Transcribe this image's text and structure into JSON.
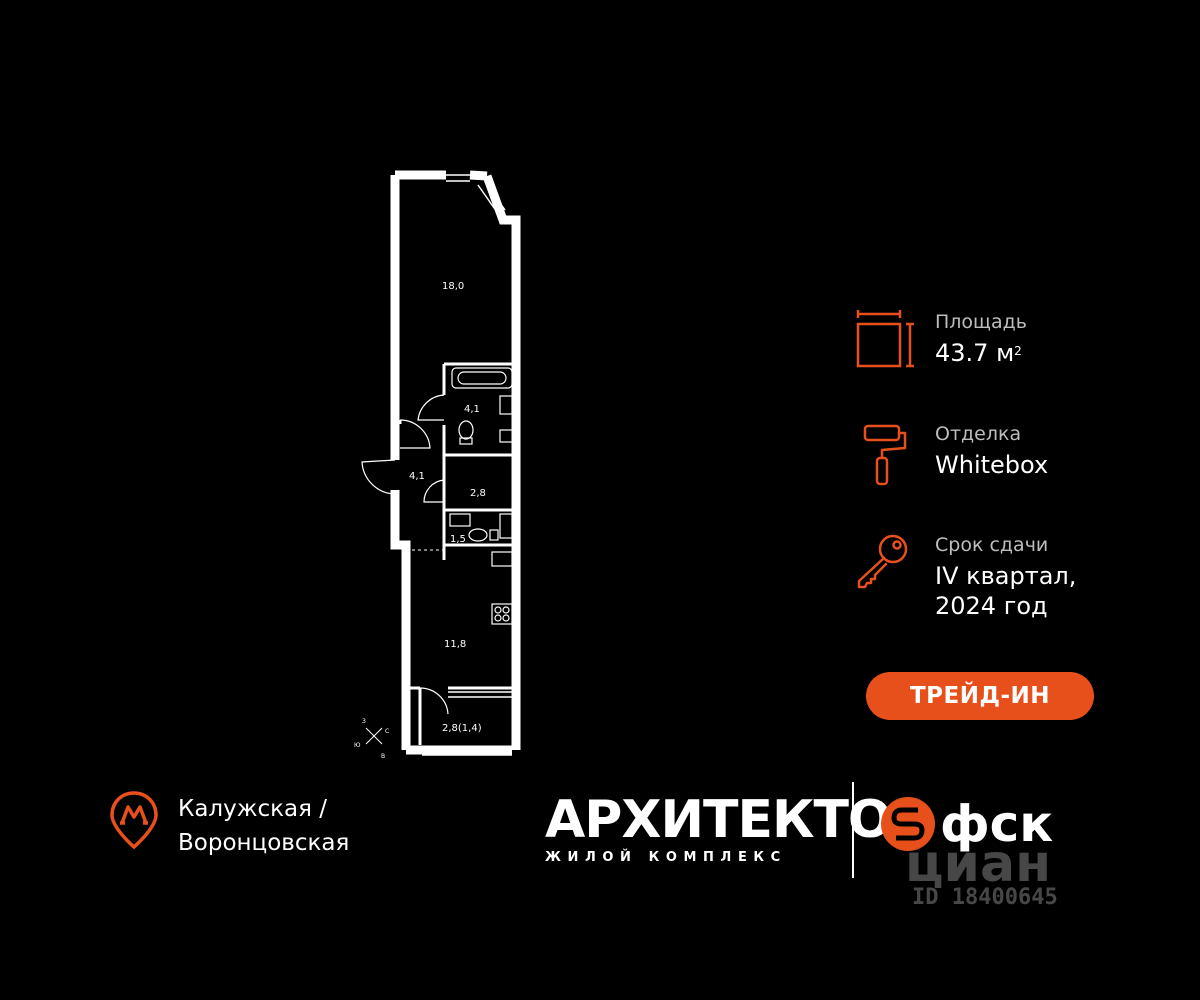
{
  "plan": {
    "rooms": [
      "18,0",
      "4,1",
      "4,1",
      "2,8",
      "1,5",
      "11,8",
      "2,8(1,4)"
    ],
    "compass": [
      "З",
      "С",
      "Ю",
      "В"
    ]
  },
  "info": {
    "area": {
      "label": "Площадь",
      "value": "43.7 м",
      "unit_sup": "2",
      "icon": "area-icon"
    },
    "finish": {
      "label": "Отделка",
      "value": "Whitebox",
      "icon": "paint-roller-icon"
    },
    "deadline": {
      "label": "Срок сдачи",
      "value_line1": "IV квартал,",
      "value_line2": "2024 год",
      "icon": "key-icon"
    }
  },
  "trade_in_label": "ТРЕЙД-ИН",
  "metro": {
    "icon": "metro-pin-icon",
    "line1": "Калужская /",
    "line2": "Воронцовская"
  },
  "brand": {
    "name": "АРХИТЕКТОР",
    "subtitle": "ЖИЛОЙ КОМПЛЕКС"
  },
  "developer": {
    "name": "фск"
  },
  "watermark": {
    "text": "циан",
    "id": "ID 18400645"
  },
  "colors": {
    "accent": "#e8501b",
    "background": "#000000",
    "text": "#ffffff"
  }
}
